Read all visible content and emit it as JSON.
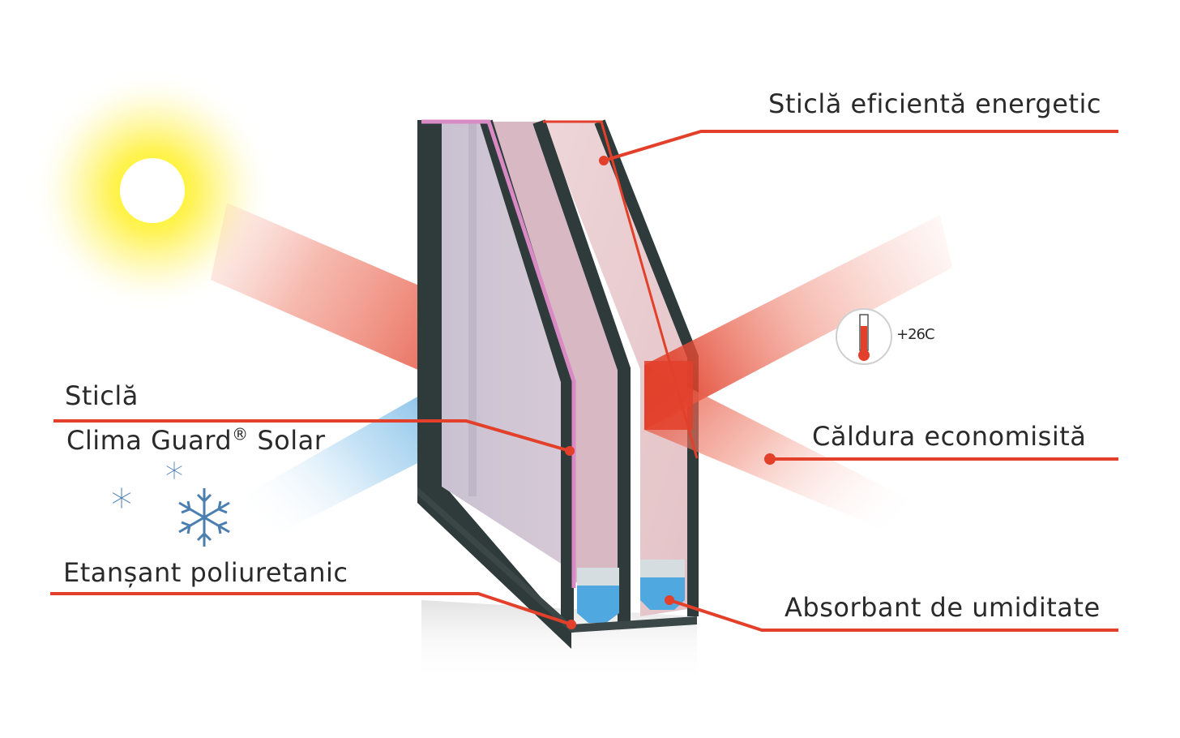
{
  "diagram": {
    "subject": "double-glazed window cross-section",
    "colors": {
      "accent_red": "#e2402a",
      "frame_dark": "#2f3b3b",
      "glass_pink": "#e8c8cc",
      "cold_blue": "#2a8fd6",
      "sun_yellow": "#fff04a",
      "snow_blue": "#4a7fb0"
    },
    "labels": {
      "energy_glass": "Sticlă eficientă energetic",
      "glass_line1": "Sticlă",
      "glass_line2_brand": "Clima Guard",
      "glass_line2_reg": "®",
      "glass_line2_suffix": " Solar",
      "saved_heat": "Căldura economisită",
      "sealant": "Etanșant poliuretanic",
      "desiccant": "Absorbant de umiditate"
    },
    "thermometer": {
      "icon": "thermometer-icon",
      "value": "+26C"
    },
    "icons": [
      "sun-icon",
      "snowflake-icon",
      "thermometer-icon"
    ]
  }
}
